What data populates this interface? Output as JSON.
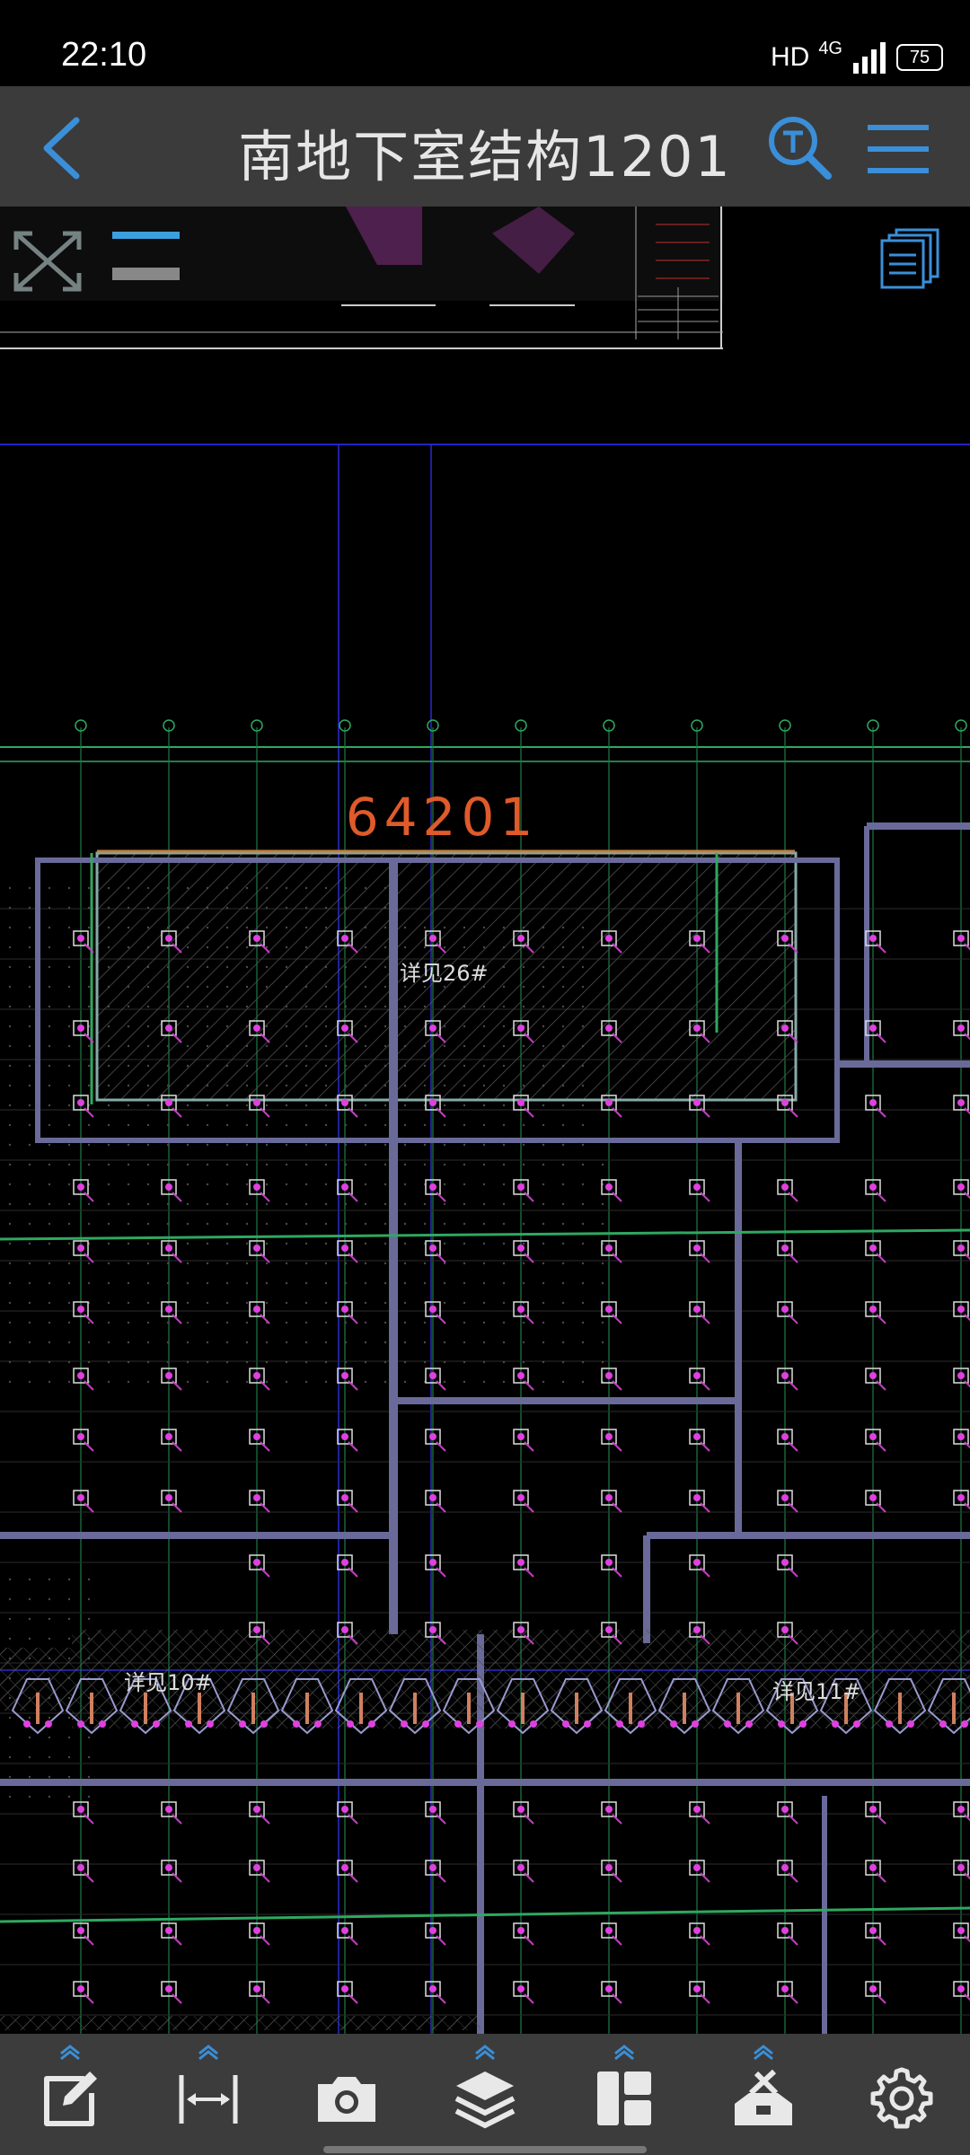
{
  "status_bar": {
    "time": "22:10",
    "hd": "HD",
    "network": "4G",
    "battery": "75"
  },
  "header": {
    "title": "南地下室结构1201"
  },
  "drawing": {
    "area_label": "64201",
    "detail_notes": [
      "详见26#",
      "详见10#",
      "详见11#"
    ]
  },
  "colors": {
    "accent": "#3a8fd8",
    "title_bar": "#3b3b3b",
    "bottom_bar": "#3c3c3c",
    "area_label": "#e05a2a"
  },
  "toolbar_icons": [
    "edit-icon",
    "measure-icon",
    "camera-icon",
    "layers-icon",
    "layout-icon",
    "toolbox-icon",
    "settings-icon"
  ]
}
